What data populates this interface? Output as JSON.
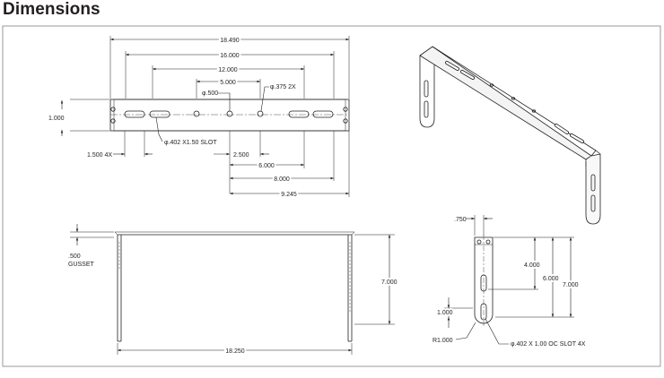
{
  "page": {
    "title": "Dimensions"
  },
  "views": {
    "top": {
      "overall_length": "18.490",
      "hole_span_16": "16.000",
      "hole_span_12": "12.000",
      "hole_span_5": "5.000",
      "hole_500": "φ.500",
      "hole_375": "φ.375 2X",
      "slot_note": "φ.402  X1.50 SLOT",
      "width": "1.000",
      "slot_spacing": "1.500 4X",
      "offset_2500": "2.500",
      "offset_6000": "6.000",
      "offset_8000": "8.000",
      "offset_9245": "9.245"
    },
    "front": {
      "gusset_value": ".500",
      "gusset_label": "GUSSET",
      "height": "7.000",
      "length": "18.250"
    },
    "side": {
      "tab_width": ".750",
      "hole_4": "4.000",
      "hole_6": "6.000",
      "height": "7.000",
      "bottom_offset": "1.000",
      "radius": "R1.000",
      "slot_note": "φ.402 X 1.00 OC SLOT 4X"
    }
  }
}
